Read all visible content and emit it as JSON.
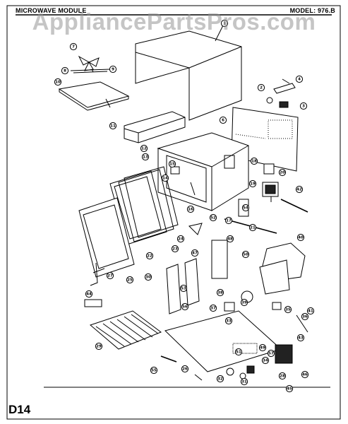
{
  "header": {
    "module_title": "MICROWAVE MODULE",
    "model_label": "MODEL: 976.B"
  },
  "watermark": "AppliancePartsPros.com",
  "page_code": "D14",
  "callouts": [
    "1",
    "2",
    "3",
    "4",
    "6",
    "7",
    "8",
    "9",
    "10",
    "11",
    "12",
    "13",
    "14",
    "15",
    "16",
    "17",
    "18",
    "19",
    "20",
    "21",
    "22",
    "23",
    "24",
    "25",
    "26",
    "27",
    "28",
    "29",
    "30",
    "31",
    "32",
    "33",
    "34",
    "35",
    "36",
    "37",
    "38",
    "39",
    "40",
    "41",
    "42",
    "43",
    "44",
    "45",
    "46",
    "47",
    "48",
    "49",
    "50",
    "51",
    "52",
    "53",
    "54",
    "55",
    "56",
    "57"
  ]
}
